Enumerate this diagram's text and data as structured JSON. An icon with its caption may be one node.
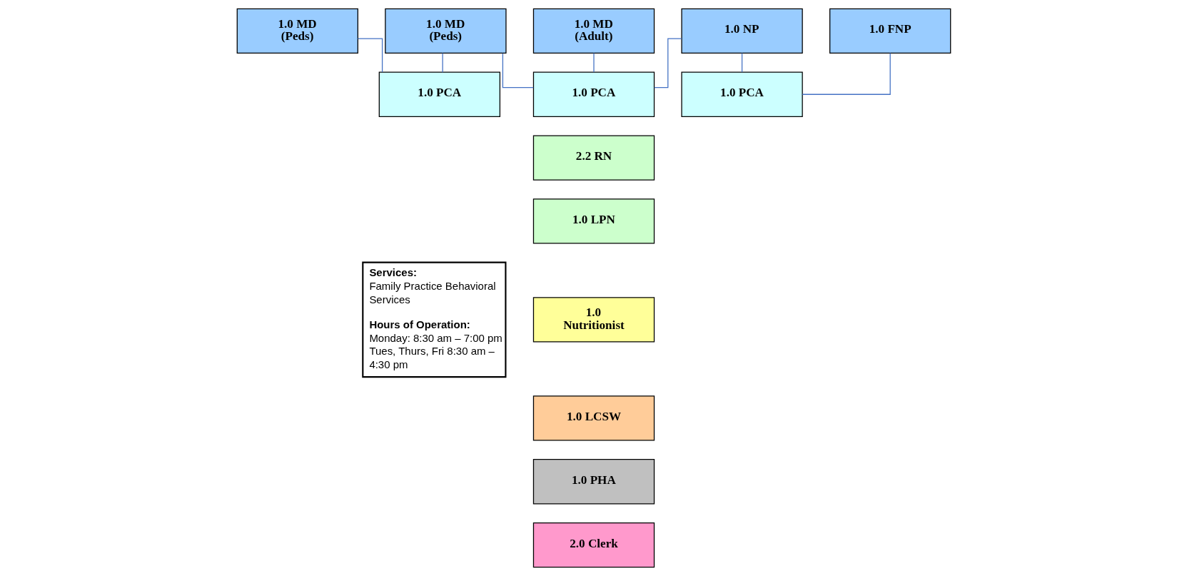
{
  "diagram": {
    "nodes": [
      {
        "text": [
          "1.0 MD (Peds)"
        ]
      },
      {
        "text": [
          "1.0 MD (Peds)"
        ]
      },
      {
        "text": [
          "1.0 MD (Adult)"
        ]
      },
      {
        "text": [
          "1.0 NP"
        ]
      },
      {
        "text": [
          "1.0 FNP"
        ]
      },
      {
        "text": [
          "1.0 PCA"
        ]
      },
      {
        "text": [
          "1.0 PCA"
        ]
      },
      {
        "text": [
          "1.0 PCA"
        ]
      },
      {
        "text": [
          "2.2 RN"
        ]
      },
      {
        "text": [
          "1.0 LPN"
        ]
      },
      {
        "text": [
          "1.0 Nutritionist"
        ]
      },
      {
        "text": [
          "1.0 LCSW"
        ]
      },
      {
        "text": [
          "1.0 PHA"
        ]
      },
      {
        "text": [
          "2.0 Clerk"
        ]
      },
      {
        "text": [
          "Services:",
          "Family Practice Behavioral Services",
          "Hours of Operation:",
          "Monday: 8:30 am – 7:00 pm Tues, Thurs, Fri 8:30 am – 4:30 pm"
        ]
      }
    ],
    "edges": [
      {
        "from": 0,
        "to": 5,
        "arrow": "none"
      },
      {
        "from": 5,
        "to": 1,
        "arrow": "none"
      },
      {
        "from": 1,
        "to": 6,
        "arrow": "none"
      },
      {
        "from": 2,
        "to": 6,
        "arrow": "none"
      },
      {
        "from": 6,
        "to": 3,
        "arrow": "none"
      },
      {
        "from": 3,
        "to": 7,
        "arrow": "none"
      },
      {
        "from": 7,
        "to": 4,
        "arrow": "none"
      }
    ]
  }
}
